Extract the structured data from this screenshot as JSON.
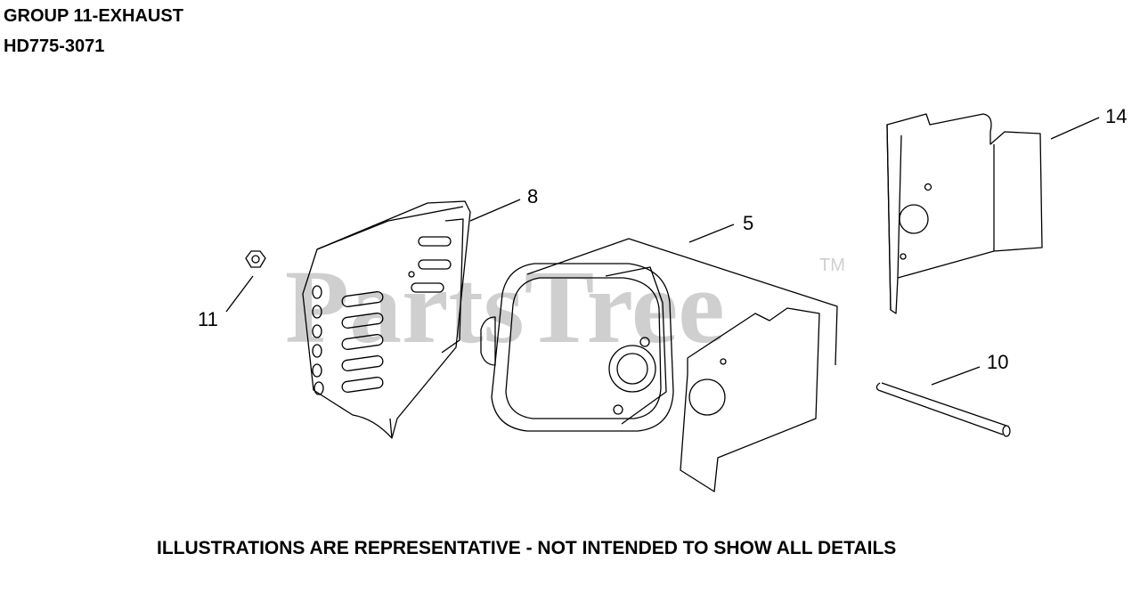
{
  "header": {
    "group_title": "GROUP 11-EXHAUST",
    "model": "HD775-3071"
  },
  "watermark": {
    "text": "PartsTree",
    "tm": "TM",
    "color": "#cfcfcf"
  },
  "callouts": {
    "c14": "14",
    "c8": "8",
    "c5": "5",
    "c11": "11",
    "c10": "10"
  },
  "footer": {
    "text": "ILLUSTRATIONS ARE REPRESENTATIVE - NOT INTENDED TO SHOW ALL DETAILS"
  }
}
